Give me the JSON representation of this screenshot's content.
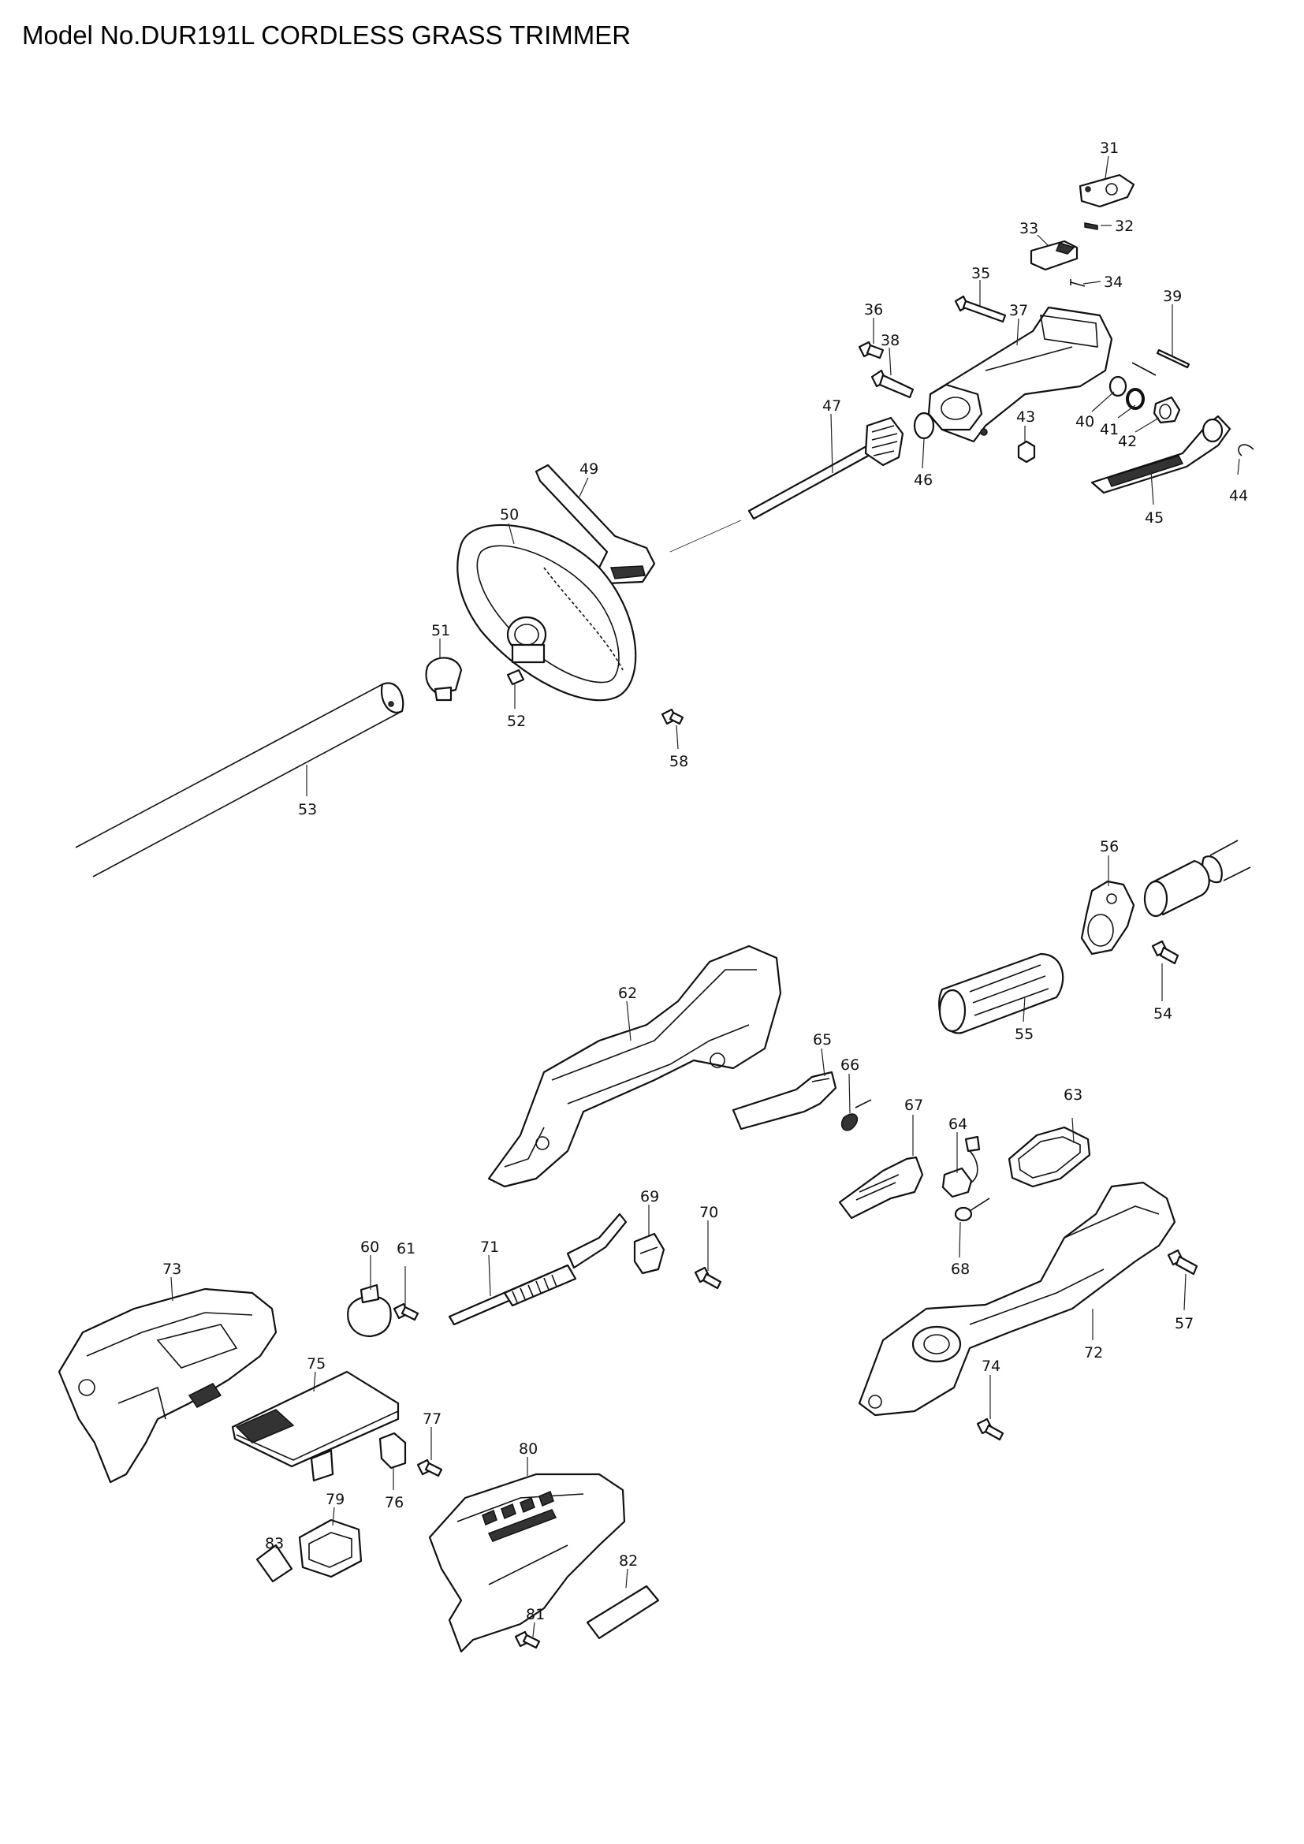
{
  "header": {
    "title": "Model No.DUR191L CORDLESS GRASS TRIMMER"
  },
  "callouts": [
    {
      "id": "31",
      "label": "31"
    },
    {
      "id": "32",
      "label": "32"
    },
    {
      "id": "33",
      "label": "33"
    },
    {
      "id": "34",
      "label": "34"
    },
    {
      "id": "35",
      "label": "35"
    },
    {
      "id": "36",
      "label": "36"
    },
    {
      "id": "37",
      "label": "37"
    },
    {
      "id": "38",
      "label": "38"
    },
    {
      "id": "39",
      "label": "39"
    },
    {
      "id": "40",
      "label": "40"
    },
    {
      "id": "41",
      "label": "41"
    },
    {
      "id": "42",
      "label": "42"
    },
    {
      "id": "43",
      "label": "43"
    },
    {
      "id": "44",
      "label": "44"
    },
    {
      "id": "45",
      "label": "45"
    },
    {
      "id": "46",
      "label": "46"
    },
    {
      "id": "47",
      "label": "47"
    },
    {
      "id": "49",
      "label": "49"
    },
    {
      "id": "50",
      "label": "50"
    },
    {
      "id": "51",
      "label": "51"
    },
    {
      "id": "52",
      "label": "52"
    },
    {
      "id": "53",
      "label": "53"
    },
    {
      "id": "54",
      "label": "54"
    },
    {
      "id": "55",
      "label": "55"
    },
    {
      "id": "56",
      "label": "56"
    },
    {
      "id": "57",
      "label": "57"
    },
    {
      "id": "58",
      "label": "58"
    },
    {
      "id": "60",
      "label": "60"
    },
    {
      "id": "61",
      "label": "61"
    },
    {
      "id": "62",
      "label": "62"
    },
    {
      "id": "63",
      "label": "63"
    },
    {
      "id": "64",
      "label": "64"
    },
    {
      "id": "65",
      "label": "65"
    },
    {
      "id": "66",
      "label": "66"
    },
    {
      "id": "67",
      "label": "67"
    },
    {
      "id": "68",
      "label": "68"
    },
    {
      "id": "69",
      "label": "69"
    },
    {
      "id": "70",
      "label": "70"
    },
    {
      "id": "71",
      "label": "71"
    },
    {
      "id": "72",
      "label": "72"
    },
    {
      "id": "73",
      "label": "73"
    },
    {
      "id": "74",
      "label": "74"
    },
    {
      "id": "75",
      "label": "75"
    },
    {
      "id": "76",
      "label": "76"
    },
    {
      "id": "77",
      "label": "77"
    },
    {
      "id": "79",
      "label": "79"
    },
    {
      "id": "80",
      "label": "80"
    },
    {
      "id": "81",
      "label": "81"
    },
    {
      "id": "82",
      "label": "82"
    },
    {
      "id": "83",
      "label": "83"
    }
  ]
}
